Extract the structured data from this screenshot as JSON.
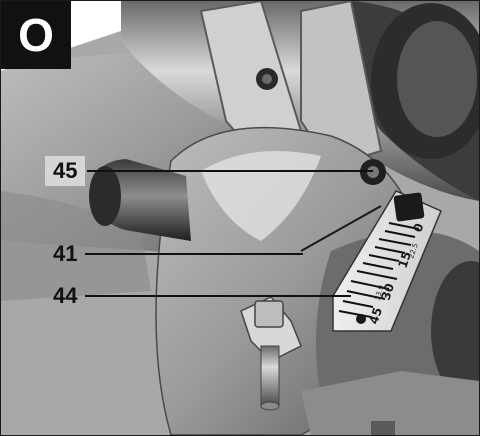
{
  "figure": {
    "label": "O",
    "callouts": [
      {
        "id": "45",
        "text": "45",
        "boxed": true
      },
      {
        "id": "41",
        "text": "41",
        "boxed": false
      },
      {
        "id": "44",
        "text": "44",
        "boxed": false
      }
    ]
  },
  "bevel_scale": {
    "labels": [
      "0",
      "15",
      "30",
      "45"
    ],
    "small_labels": [
      "22.5",
      "33.9"
    ]
  }
}
